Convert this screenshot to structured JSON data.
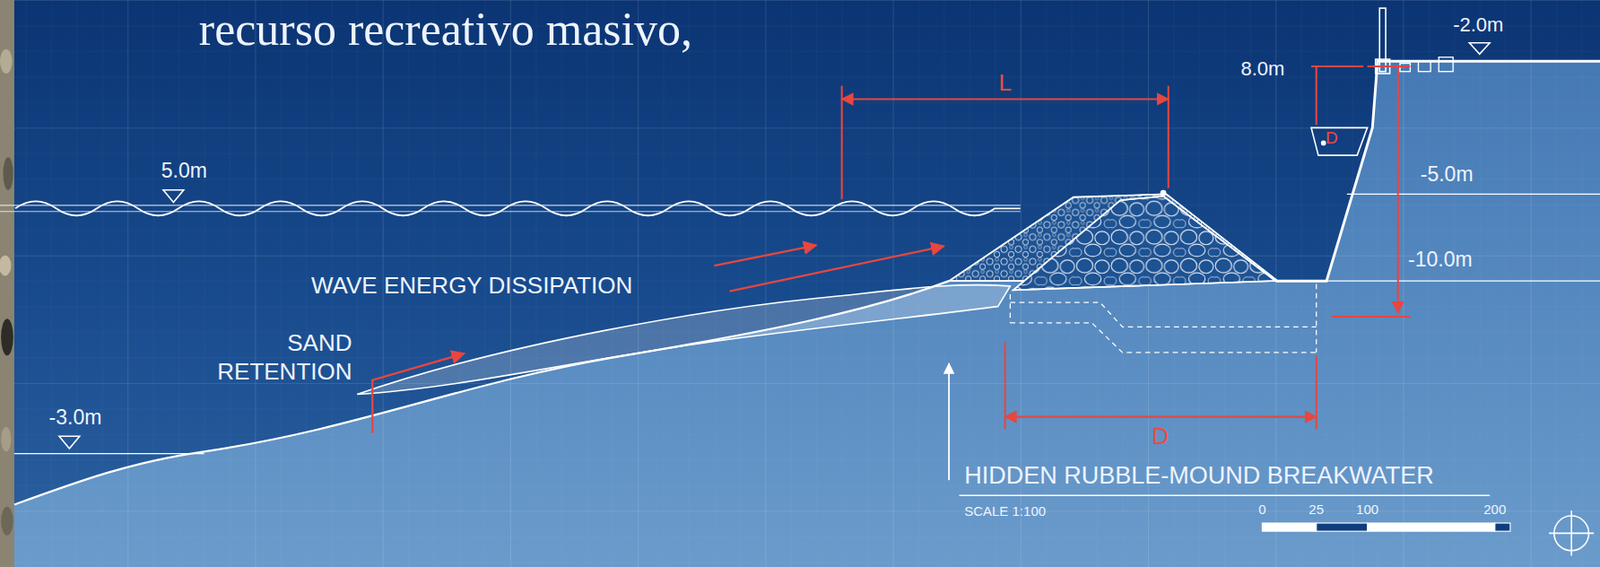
{
  "diagram": {
    "title": "HIDDEN RUBBLE-MOUND BREAKWATER",
    "labels": [
      "recurso recreativo masivo,",
      "5.0m",
      "WAVE ENERGY DISSIPATION",
      "SAND RETENTION",
      "-3.0m",
      "L",
      "8.0m",
      "D",
      "-2.0m",
      "-5.0m",
      "-10.0m",
      "D",
      "SCALE 1:100",
      "0",
      "25",
      "100",
      "200"
    ]
  }
}
